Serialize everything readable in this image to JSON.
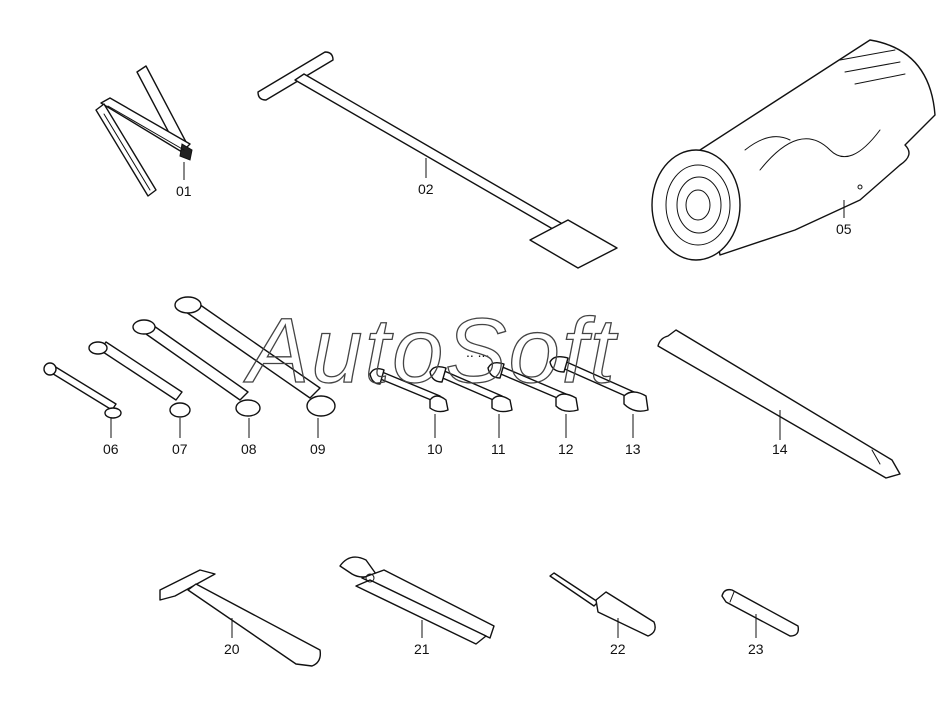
{
  "watermark": "AutoSoft",
  "callouts": [
    "01",
    "02",
    "05",
    "06",
    "07",
    "08",
    "09",
    "10",
    "11",
    "12",
    "13",
    "14",
    "20",
    "21",
    "22",
    "23"
  ]
}
